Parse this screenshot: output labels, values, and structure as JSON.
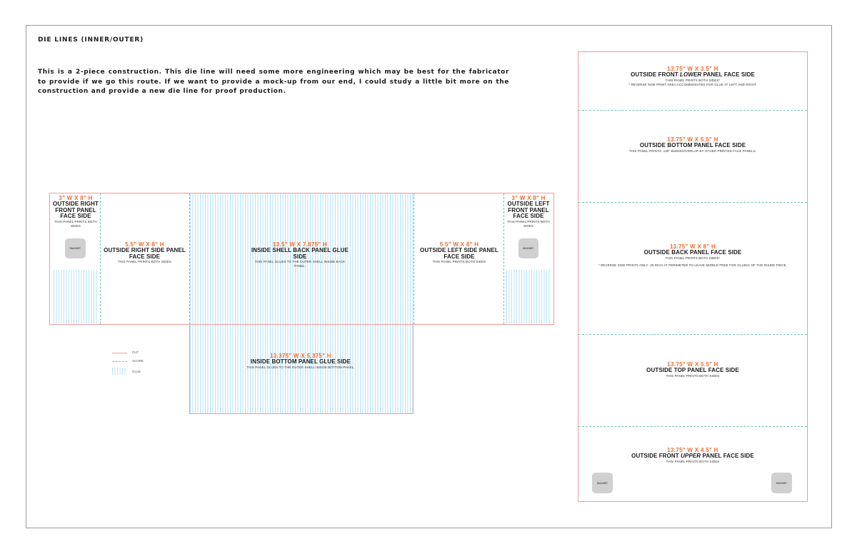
{
  "header": {
    "title": "DIE LINES (INNER/OUTER)",
    "description": "This is a 2-piece construction. This die line will need some more engineering which may be best for the fabricator to provide if we go this route. If we want to provide a mock-up from our end, I could study a little bit more on the construction and provide a new die line for proof production."
  },
  "magnet_label": "MAGNET",
  "inner": {
    "left_front": {
      "dim": "3\" W X 8\" H",
      "name": "OUTSIDE RIGHT FRONT PANEL FACE SIDE",
      "note": "THIS PANEL PRINTS BOTH SIDES"
    },
    "right_side": {
      "dim": "5.5\" W X 8\" H",
      "name": "OUTSIDE RIGHT SIDE PANEL FACE SIDE",
      "note": "THIS PANEL PRINTS BOTH SIDES"
    },
    "back": {
      "dim": "13.5\" W X 7.875\" H",
      "name": "INSIDE SHELL BACK PANEL GLUE SIDE",
      "note": "THIS PANEL GLUES TO THE OUTER SHELL INSIDE BACK PANEL."
    },
    "left_side": {
      "dim": "5.5\" W X 8\" H",
      "name": "OUTSIDE LEFT SIDE PANEL FACE SIDE",
      "note": "THIS PANEL PRINTS BOTH SIDES"
    },
    "right_front": {
      "dim": "3\" W X 8\" H",
      "name": "OUTSIDE LEFT FRONT PANEL FACE SIDE",
      "note": "THIS PANEL PRINTS BOTH SIDES"
    },
    "bottom": {
      "dim": "13.375\" W X 5.375\" H",
      "name": "INSIDE BOTTOM PANEL GLUE SIDE",
      "note": "THIS PANEL GLUES TO THE OUTER SHELL INSIDE BOTTOM PANEL."
    }
  },
  "legend": {
    "cut": "CUT",
    "score": "SCORE",
    "glue": "GLUE"
  },
  "outer": {
    "front_lower": {
      "dim": "13.75\" W X 3.5\" H",
      "name_pre": "OUTSIDE FRONT ",
      "name_em": "LOWER",
      "name_post": " PANEL FACE SIDE",
      "note": "THIS PANEL PRINTS BOTH SIDES*",
      "note2": "* REVERSE SIDE PRINT AREA ACCOMMODATES FOR GLUE AT LEFT AND RIGHT."
    },
    "bottom": {
      "dim": "13.75\" W X 5.5\" H",
      "name": "OUTSIDE BOTTOM PANEL FACE SIDE",
      "note": "THIS PANEL PRINTS .125\" BLEED/OVERLAP BY OTHER PRINTED FACE PANELS."
    },
    "back": {
      "dim": "13.75\" W X 8\" H",
      "name": "OUTSIDE BACK PANEL FACE SIDE",
      "note": "THIS PANEL PRINTS BOTH SIDES*",
      "note2": "* REVERSE SIDE PRINTS ONLY .25 INCH AT PERIMETER TO LEAVE MIDDLE FREE FOR GLUING OF THE INSIDE PIECE."
    },
    "top": {
      "dim": "13.75\" W X 5.5\" H",
      "name": "OUTSIDE TOP PANEL FACE SIDE",
      "note": "THIS PANEL PRINTS BOTH SIDES"
    },
    "front_upper": {
      "dim": "13.75\" W X 4.5\" H",
      "name_pre": "OUTSIDE FRONT ",
      "name_em": "UPPER",
      "name_post": " PANEL FACE SIDE",
      "note": "THIS PANEL PRINTS BOTH SIDES"
    }
  }
}
